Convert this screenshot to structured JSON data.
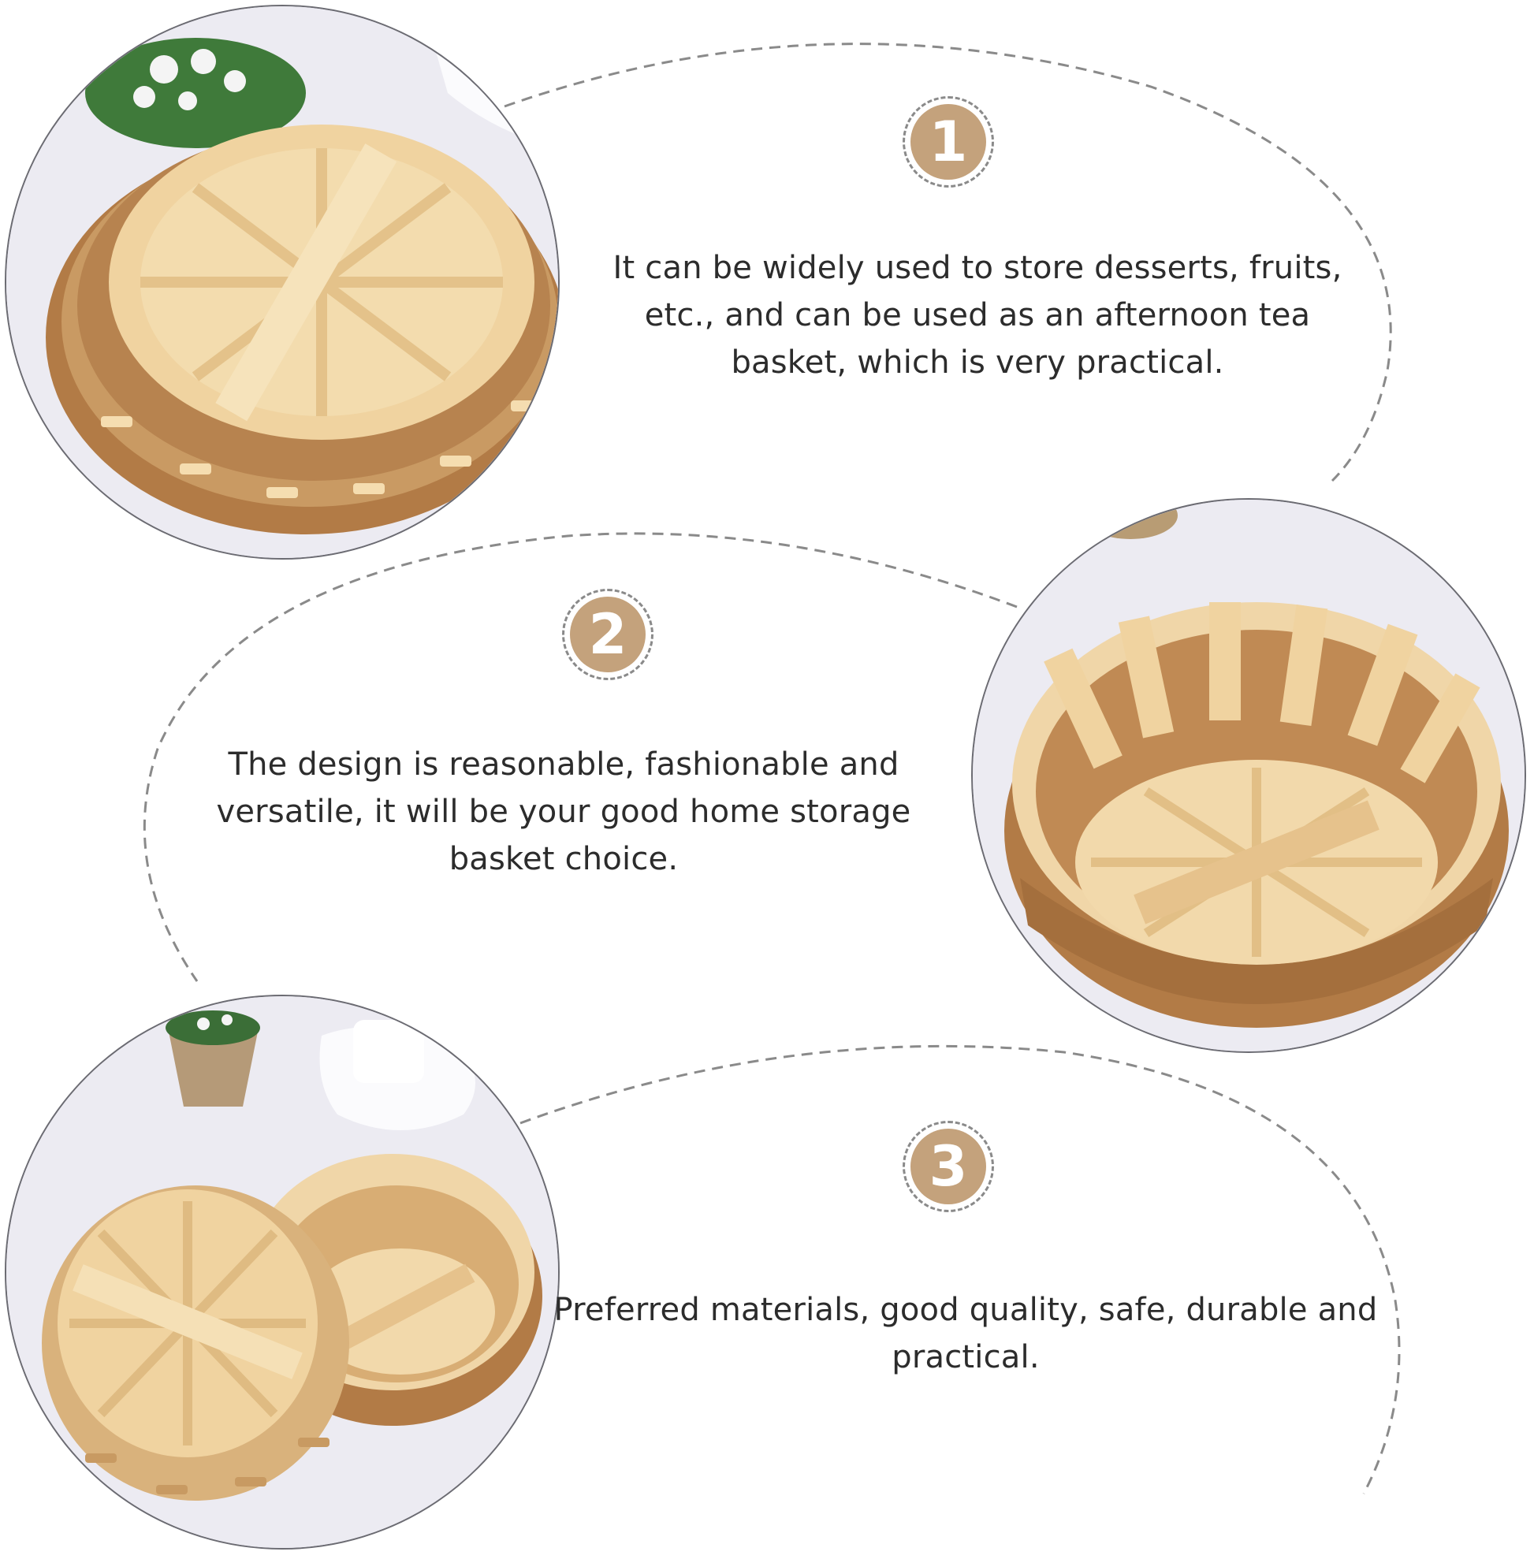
{
  "colors": {
    "badge_fill": "#c4a27c",
    "badge_text": "#ffffff",
    "dashed_line": "#8a8a8a",
    "caption_text": "#2c2c2c",
    "photo_background": "#e9e8f1",
    "bamboo_light": "#f2d7a8",
    "bamboo_dark": "#b07a45"
  },
  "features": [
    {
      "number": "1",
      "icon": "number-badge-1",
      "text": "It can be widely used to store desserts, fruits, etc., and can be used as an afternoon tea basket, which is very practical.",
      "photo": "basket-upside-down-photo"
    },
    {
      "number": "2",
      "icon": "number-badge-2",
      "text": "The design is reasonable, fashionable and versatile, it will be your good home storage basket choice.",
      "photo": "basket-open-top-photo"
    },
    {
      "number": "3",
      "icon": "number-badge-3",
      "text": "Preferred materials, good quality, safe, durable and practical.",
      "photo": "two-baskets-photo"
    }
  ]
}
